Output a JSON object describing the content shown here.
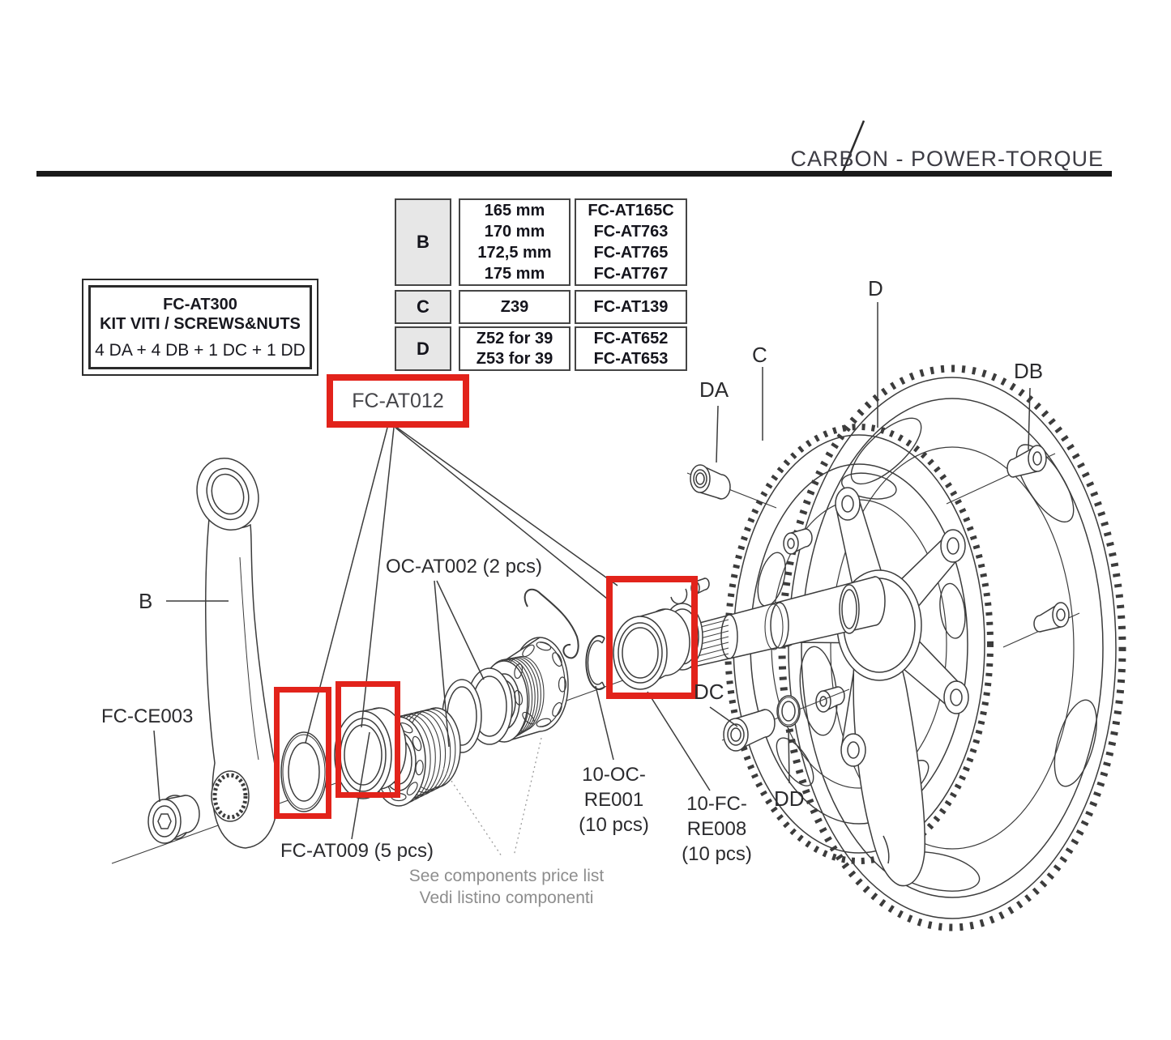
{
  "header": {
    "title": "CARBON - POWER-TORQUE"
  },
  "kit_box": {
    "title": "FC-AT300",
    "subtitle": "KIT VITI / SCREWS&NUTS",
    "contents": "4 DA + 4 DB + 1 DC + 1 DD"
  },
  "table": {
    "rows": [
      {
        "key": "B",
        "options": [
          "165 mm",
          "170 mm",
          "172,5 mm",
          "175 mm"
        ],
        "codes": [
          "FC-AT165C",
          "FC-AT763",
          "FC-AT765",
          "FC-AT767"
        ]
      },
      {
        "key": "C",
        "options": [
          "Z39"
        ],
        "codes": [
          "FC-AT139"
        ]
      },
      {
        "key": "D",
        "options": [
          "Z52 for 39",
          "Z53 for 39"
        ],
        "codes": [
          "FC-AT652",
          "FC-AT653"
        ]
      }
    ]
  },
  "highlight": {
    "part_code": "FC-AT012"
  },
  "labels": {
    "crank_arm": "B",
    "crank_bolt": "FC-CE003",
    "bearing_pack": "FC-AT009 (5 pcs)",
    "oring_pack": "OC-AT002 (2 pcs)",
    "circlip_pack": {
      "code": "10-OC-RE001",
      "qty": "(10 pcs)"
    },
    "spring_pack": {
      "code": "10-FC-RE008",
      "qty": "(10 pcs)"
    },
    "da": "DA",
    "c": "C",
    "d": "D",
    "db": "DB",
    "dc": "DC",
    "dd": "DD"
  },
  "note": {
    "line1": "See components price list",
    "line2": "Vedi listino componenti"
  },
  "colors": {
    "highlight": "#e2231b",
    "line": "#3c3c3c",
    "note_gray": "#8d8d8d"
  }
}
